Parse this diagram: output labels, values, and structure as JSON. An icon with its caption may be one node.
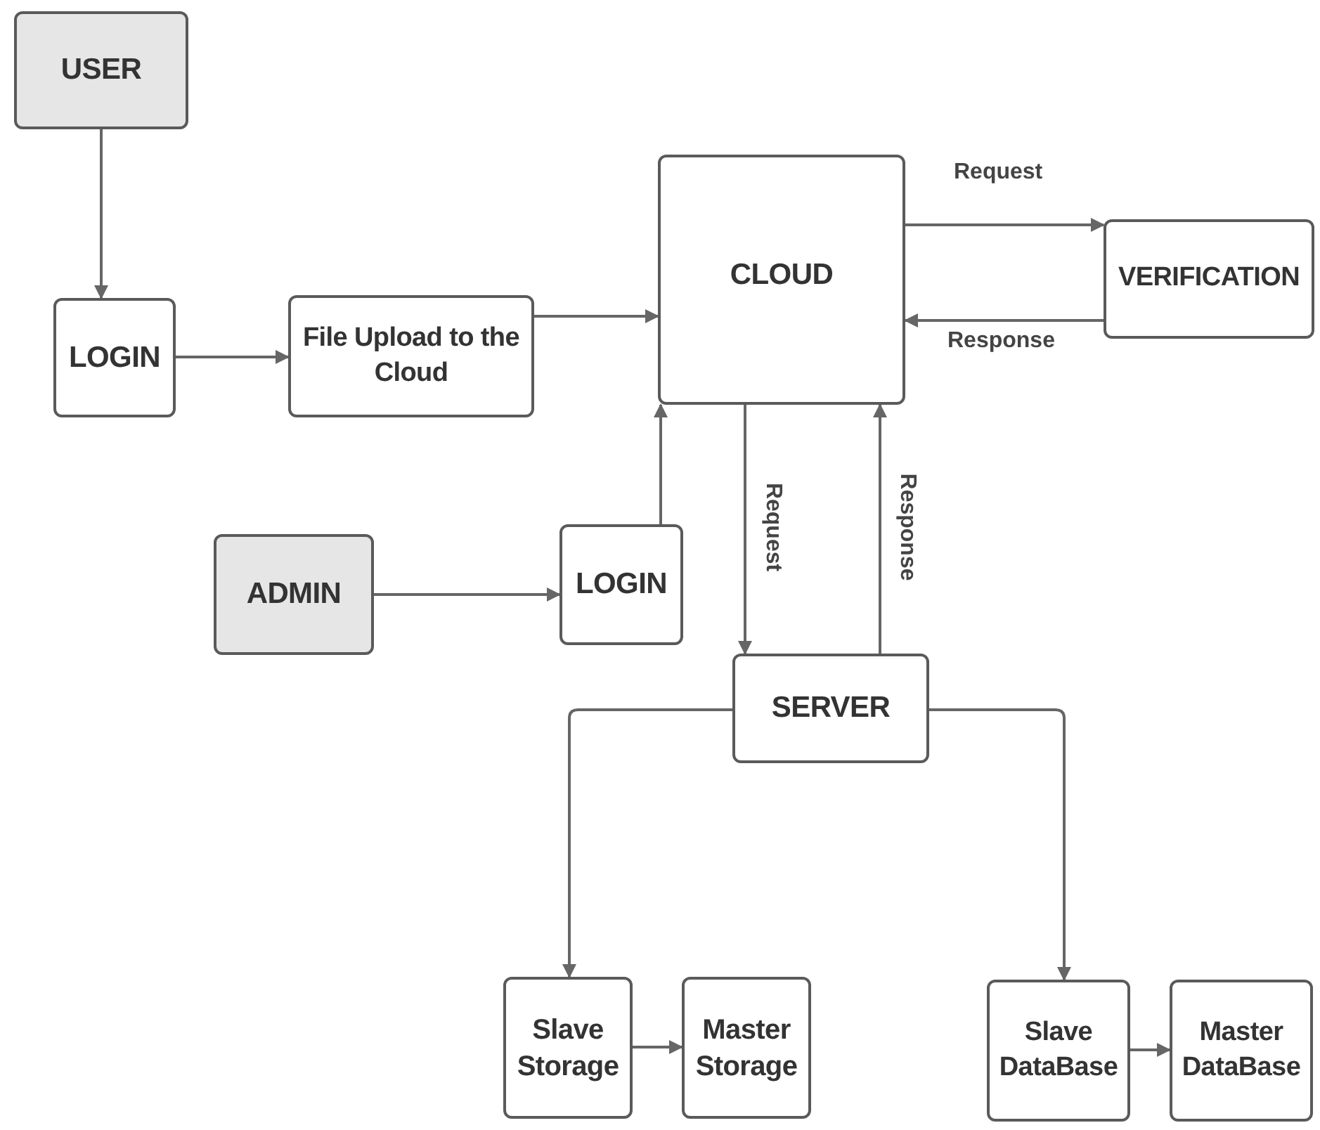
{
  "diagram": {
    "nodes": [
      {
        "text": [
          "USER"
        ]
      },
      {
        "text": [
          "LOGIN"
        ]
      },
      {
        "text": [
          "File Upload to the Cloud"
        ]
      },
      {
        "text": [
          "CLOUD"
        ]
      },
      {
        "text": [
          "VERIFICATION"
        ]
      },
      {
        "text": [
          "ADMIN"
        ]
      },
      {
        "text": [
          "LOGIN"
        ]
      },
      {
        "text": [
          "SERVER"
        ]
      },
      {
        "text": [
          "Slave Storage"
        ]
      },
      {
        "text": [
          "Master Storage"
        ]
      },
      {
        "text": [
          "Slave DataBase"
        ]
      },
      {
        "text": [
          "Master DataBase"
        ]
      }
    ],
    "edges": [
      {
        "from": 0,
        "to": 1,
        "arrow": "to"
      },
      {
        "from": 1,
        "to": 2,
        "arrow": "to"
      },
      {
        "from": 2,
        "to": 3,
        "arrow": "to"
      },
      {
        "from": 3,
        "to": 4,
        "arrow": "to",
        "label": "Request"
      },
      {
        "from": 4,
        "to": 3,
        "arrow": "to",
        "label": "Response"
      },
      {
        "from": 5,
        "to": 6,
        "arrow": "to"
      },
      {
        "from": 6,
        "to": 3,
        "arrow": "to"
      },
      {
        "from": 3,
        "to": 7,
        "arrow": "to",
        "label": "Request"
      },
      {
        "from": 7,
        "to": 3,
        "arrow": "to",
        "label": "Response"
      },
      {
        "from": 7,
        "to": 8,
        "arrow": "to"
      },
      {
        "from": 7,
        "to": 10,
        "arrow": "to"
      },
      {
        "from": 8,
        "to": 9,
        "arrow": "to"
      },
      {
        "from": 10,
        "to": 11,
        "arrow": "to"
      }
    ]
  }
}
